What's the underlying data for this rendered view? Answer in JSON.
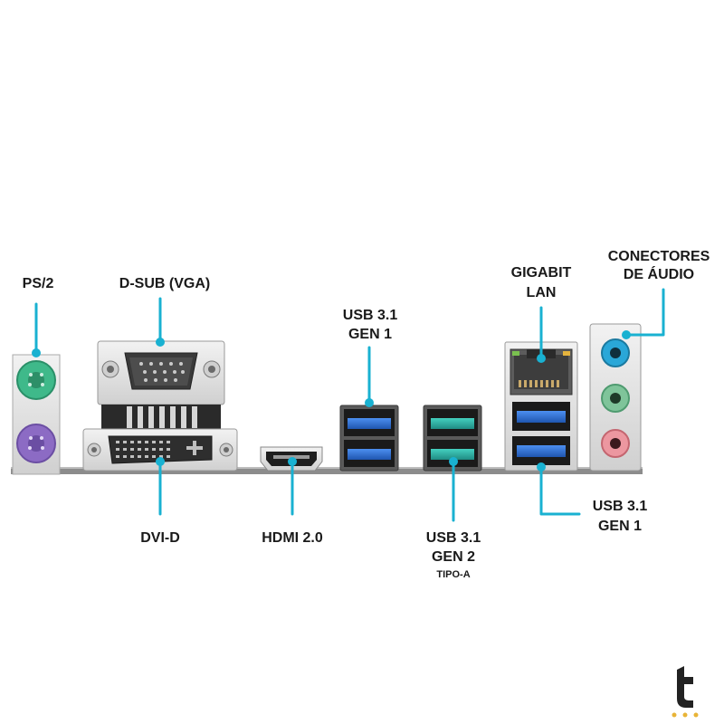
{
  "callouts": {
    "ps2": "PS/2",
    "dsub_vga": "D-SUB (VGA)",
    "usb31_gen1_top_line1": "USB 3.1",
    "usb31_gen1_top_line2": "GEN 1",
    "gigabit_lan_line1": "GIGABIT",
    "gigabit_lan_line2": "LAN",
    "audio_line1": "CONECTORES",
    "audio_line2": "DE ÁUDIO",
    "dvi_d": "DVI-D",
    "hdmi": "HDMI 2.0",
    "usb31_gen2_line1": "USB 3.1",
    "usb31_gen2_line2": "GEN 2",
    "usb31_gen2_line3": "TIPO-A",
    "usb31_gen1_right_line1": "USB 3.1",
    "usb31_gen1_right_line2": "GEN 1"
  },
  "colors": {
    "leader": "#19b1d1",
    "ps2_mouse": "#3fb98a",
    "ps2_keyboard": "#8c6bc4",
    "usb3_blue": "#2b6fd6",
    "usb_gen2_teal": "#2bb3a6",
    "audio_blue": "#2aa7d8",
    "audio_green": "#7fc49a",
    "audio_pink": "#ec97a0"
  },
  "watermark": {
    "logo": "t-logo"
  }
}
